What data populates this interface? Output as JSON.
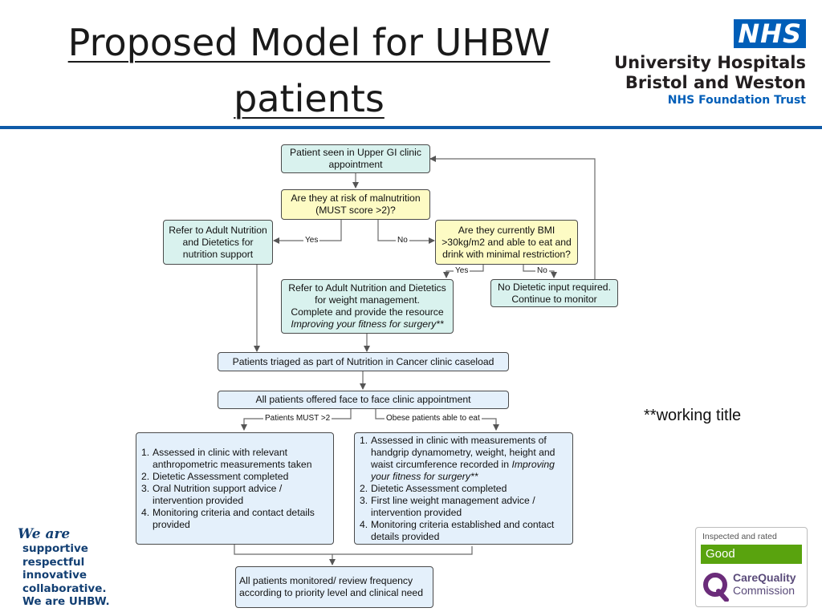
{
  "title": {
    "line1": "Proposed Model for UHBW",
    "line2": "patients"
  },
  "logo": {
    "badge": "NHS",
    "line1": "University Hospitals",
    "line2": "Bristol and Weston",
    "line3": "NHS Foundation Trust",
    "colors": {
      "nhs_blue": "#005eb8"
    }
  },
  "flowchart": {
    "nodes": {
      "seen": {
        "line1": "Patient seen in Upper GI clinic",
        "line2": "appointment"
      },
      "risk": {
        "line1": "Are they at risk of malnutrition",
        "line2": "(MUST score >2)?"
      },
      "refer_support": {
        "line1": "Refer to Adult Nutrition",
        "line2": "and Dietetics for",
        "line3": "nutrition support"
      },
      "bmi": {
        "line1": "Are they currently BMI",
        "line2": ">30kg/m2 and able to eat and",
        "line3": "drink with minimal restriction?"
      },
      "refer_weight": {
        "line1": "Refer to Adult Nutrition and Dietetics",
        "line2": "for weight management.",
        "line3": "Complete and provide the resource",
        "line4": "Improving your fitness for surgery**"
      },
      "no_input": {
        "line1": "No Dietetic input required.",
        "line2": "Continue to monitor"
      },
      "triaged": {
        "text": "Patients triaged as part of Nutrition in Cancer clinic caseload"
      },
      "offered": {
        "text": "All patients offered face to face clinic appointment"
      },
      "must_list": {
        "items": [
          {
            "n": "1.",
            "l1": "Assessed in clinic with relevant",
            "l2": "anthropometric measurements taken"
          },
          {
            "n": "2.",
            "l1": "Dietetic Assessment completed"
          },
          {
            "n": "3.",
            "l1": "Oral Nutrition support advice /",
            "l2": "intervention provided"
          },
          {
            "n": "4.",
            "l1": "Monitoring criteria and contact details",
            "l2": "provided"
          }
        ]
      },
      "obese_list": {
        "item1": {
          "n": "1.",
          "l1": "Assessed in clinic with measurements of",
          "l2": "handgrip dynamometry, weight, height and",
          "l3a": "waist circumference recorded in ",
          "l3b": "Improving",
          "l4": "your fitness for surgery**"
        },
        "item2": {
          "n": "2.",
          "l1": "Dietetic Assessment completed"
        },
        "item3": {
          "n": "3.",
          "l1": "First line weight management advice /",
          "l2": "intervention provided"
        },
        "item4": {
          "n": "4.",
          "l1": "Monitoring criteria established and contact",
          "l2": "details provided"
        }
      },
      "monitored": {
        "line1": "All patients monitored/ review frequency",
        "line2": "according to priority level and clinical need"
      }
    },
    "edge_labels": {
      "risk_yes": "Yes",
      "risk_no": "No",
      "bmi_yes": "Yes",
      "bmi_no": "No",
      "must_branch": "Patients MUST >2",
      "obese_branch": "Obese patients able to eat"
    },
    "colors": {
      "teal": "#d9f2ee",
      "yellow": "#fdfbc4",
      "blue": "#e4f0fb"
    }
  },
  "working_title_note": "**working title",
  "values": {
    "we_are": "We are",
    "items": [
      "supportive",
      "respectful",
      "innovative",
      "collaborative.",
      "We are UHBW."
    ]
  },
  "cqc": {
    "inspected": "Inspected and rated",
    "rating": "Good",
    "name_line1": "CareQuality",
    "name_line2": "Commission",
    "colors": {
      "good_green": "#59a30e"
    }
  }
}
